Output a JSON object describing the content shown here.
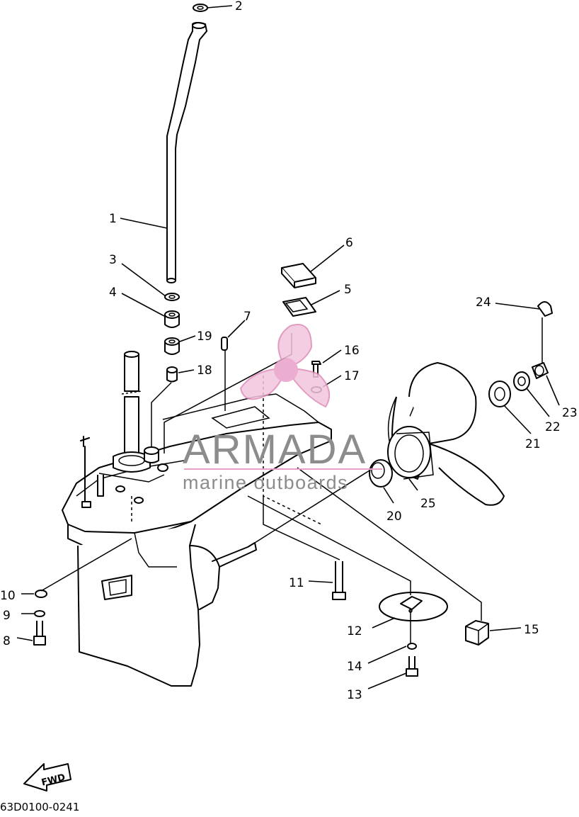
{
  "watermark": {
    "brand": "ARMADA",
    "tagline": "marine outboards",
    "accent_color": "#e8a0c8",
    "text_color": "#8c8c8c"
  },
  "callouts": [
    "1",
    "2",
    "3",
    "4",
    "5",
    "6",
    "7",
    "8",
    "9",
    "10",
    "11",
    "12",
    "13",
    "14",
    "15",
    "16",
    "17",
    "18",
    "19",
    "20",
    "21",
    "22",
    "23",
    "24",
    "25"
  ],
  "direction_label": "FWD",
  "diagram_code": "63D0100-0241"
}
